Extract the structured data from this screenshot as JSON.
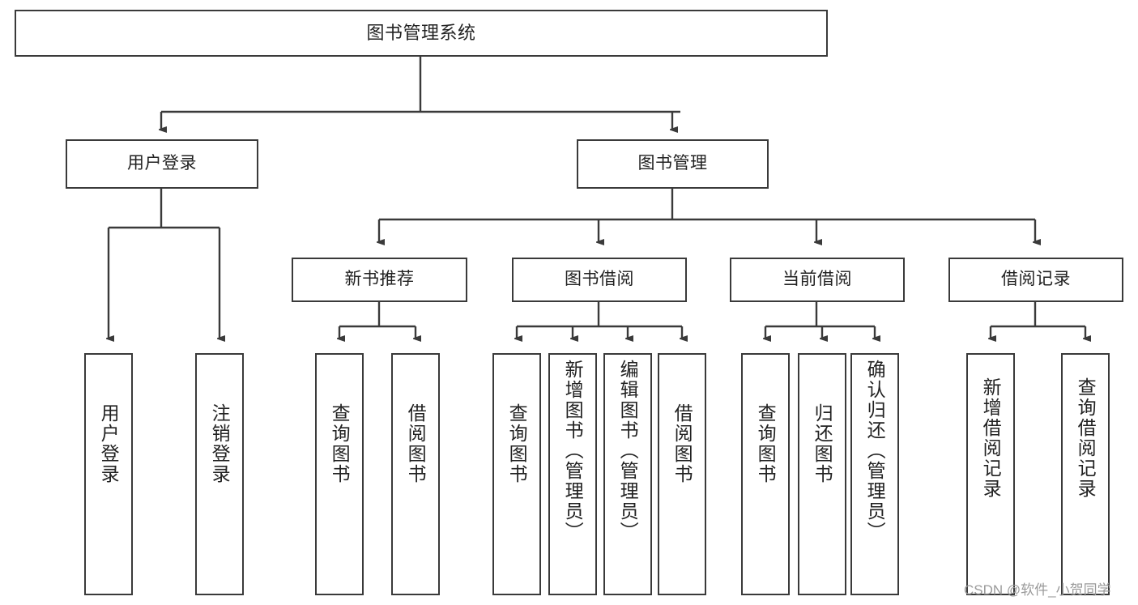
{
  "diagram": {
    "title": "图书管理系统",
    "type": "hierarchy-tree",
    "root": {
      "id": "root",
      "label": "图书管理系统"
    },
    "level1": [
      {
        "id": "user-login",
        "label": "用户登录"
      },
      {
        "id": "book-manage",
        "label": "图书管理"
      }
    ],
    "level2": [
      {
        "id": "new-book-rec",
        "label": "新书推荐",
        "parent": "book-manage"
      },
      {
        "id": "book-borrow",
        "label": "图书借阅",
        "parent": "book-manage"
      },
      {
        "id": "current-borrow",
        "label": "当前借阅",
        "parent": "book-manage"
      },
      {
        "id": "borrow-record",
        "label": "借阅记录",
        "parent": "book-manage"
      }
    ],
    "leaves": [
      {
        "id": "leaf-user-login",
        "label": "用户登录",
        "parent": "user-login"
      },
      {
        "id": "leaf-user-logout",
        "label": "注销登录",
        "parent": "user-login"
      },
      {
        "id": "leaf-query-book-1",
        "label": "查询图书",
        "parent": "new-book-rec"
      },
      {
        "id": "leaf-borrow-book-1",
        "label": "借阅图书",
        "parent": "new-book-rec"
      },
      {
        "id": "leaf-query-book-2",
        "label": "查询图书",
        "parent": "book-borrow"
      },
      {
        "id": "leaf-add-book",
        "label": "新增图书（管理员）",
        "parent": "book-borrow"
      },
      {
        "id": "leaf-edit-book",
        "label": "编辑图书（管理员）",
        "parent": "book-borrow"
      },
      {
        "id": "leaf-borrow-book-2",
        "label": "借阅图书",
        "parent": "book-borrow"
      },
      {
        "id": "leaf-query-book-3",
        "label": "查询图书",
        "parent": "current-borrow"
      },
      {
        "id": "leaf-return-book",
        "label": "归还图书",
        "parent": "current-borrow"
      },
      {
        "id": "leaf-confirm-return",
        "label": "确认归还（管理员）",
        "parent": "current-borrow"
      },
      {
        "id": "leaf-add-record",
        "label": "新增借阅记录",
        "parent": "borrow-record"
      },
      {
        "id": "leaf-query-record",
        "label": "查询借阅记录",
        "parent": "borrow-record"
      }
    ],
    "colors": {
      "stroke": "#3a3a3a",
      "fill": "#ffffff",
      "text": "#222222",
      "watermark": "#9a9a9a"
    }
  },
  "watermark": {
    "text": "CSDN @软件_小贺同学"
  }
}
